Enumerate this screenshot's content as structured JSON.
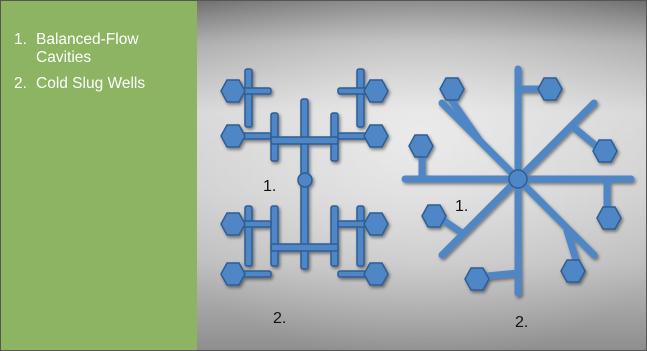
{
  "legend": {
    "items": [
      {
        "number": "1.",
        "text": "Balanced-Flow Cavities"
      },
      {
        "number": "2.",
        "text": "Cold Slug Wells"
      }
    ]
  },
  "diagram": {
    "runner_color": "#4f86c6",
    "left_labels": {
      "label1": "1.",
      "label2": "2."
    },
    "right_labels": {
      "label1": "1.",
      "label2": "2."
    }
  }
}
